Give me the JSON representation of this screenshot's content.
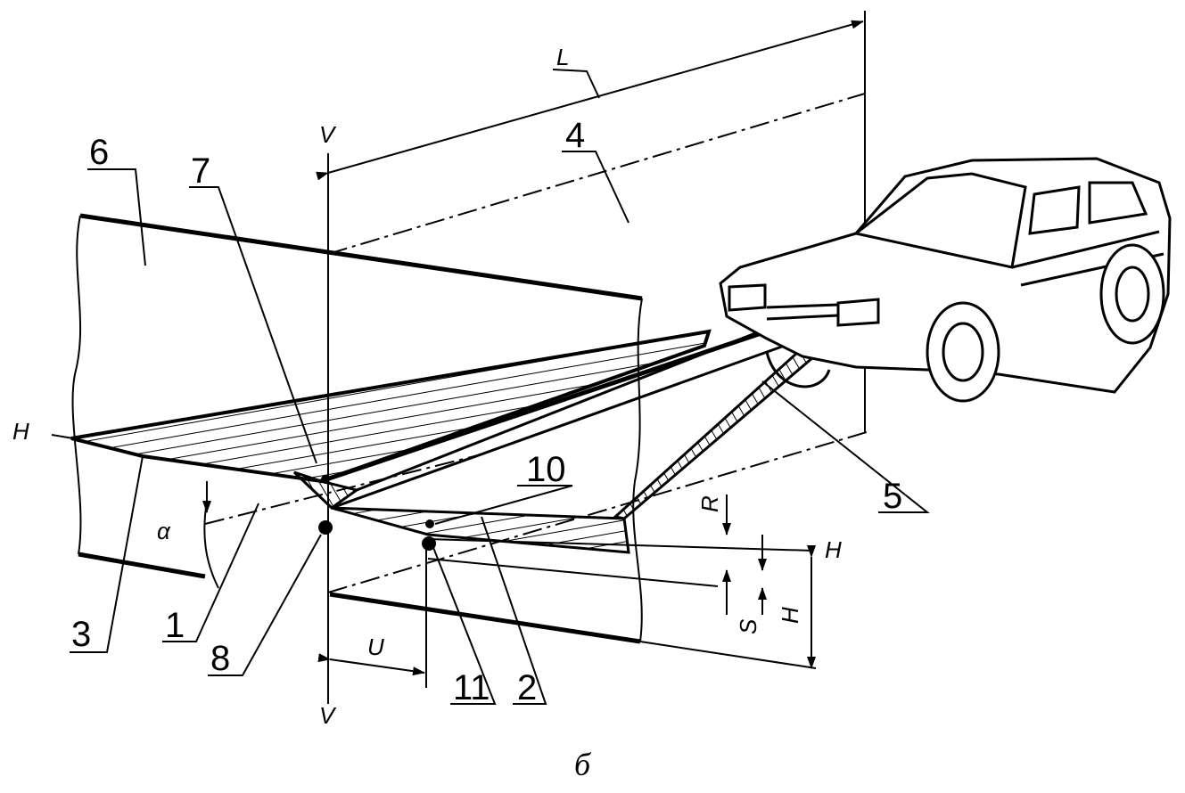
{
  "figure": {
    "caption": "б",
    "callouts": {
      "c1": "1",
      "c2": "2",
      "c3": "3",
      "c4": "4",
      "c5": "5",
      "c6": "6",
      "c7": "7",
      "c8": "8",
      "c10": "10",
      "c11": "11"
    },
    "axes": {
      "v_top": "V",
      "v_bottom": "V",
      "h_left": "H",
      "h_right": "H"
    },
    "dimensions": {
      "L": "L",
      "U": "U",
      "R": "R",
      "S": "S",
      "H": "H",
      "alpha": "α"
    }
  }
}
